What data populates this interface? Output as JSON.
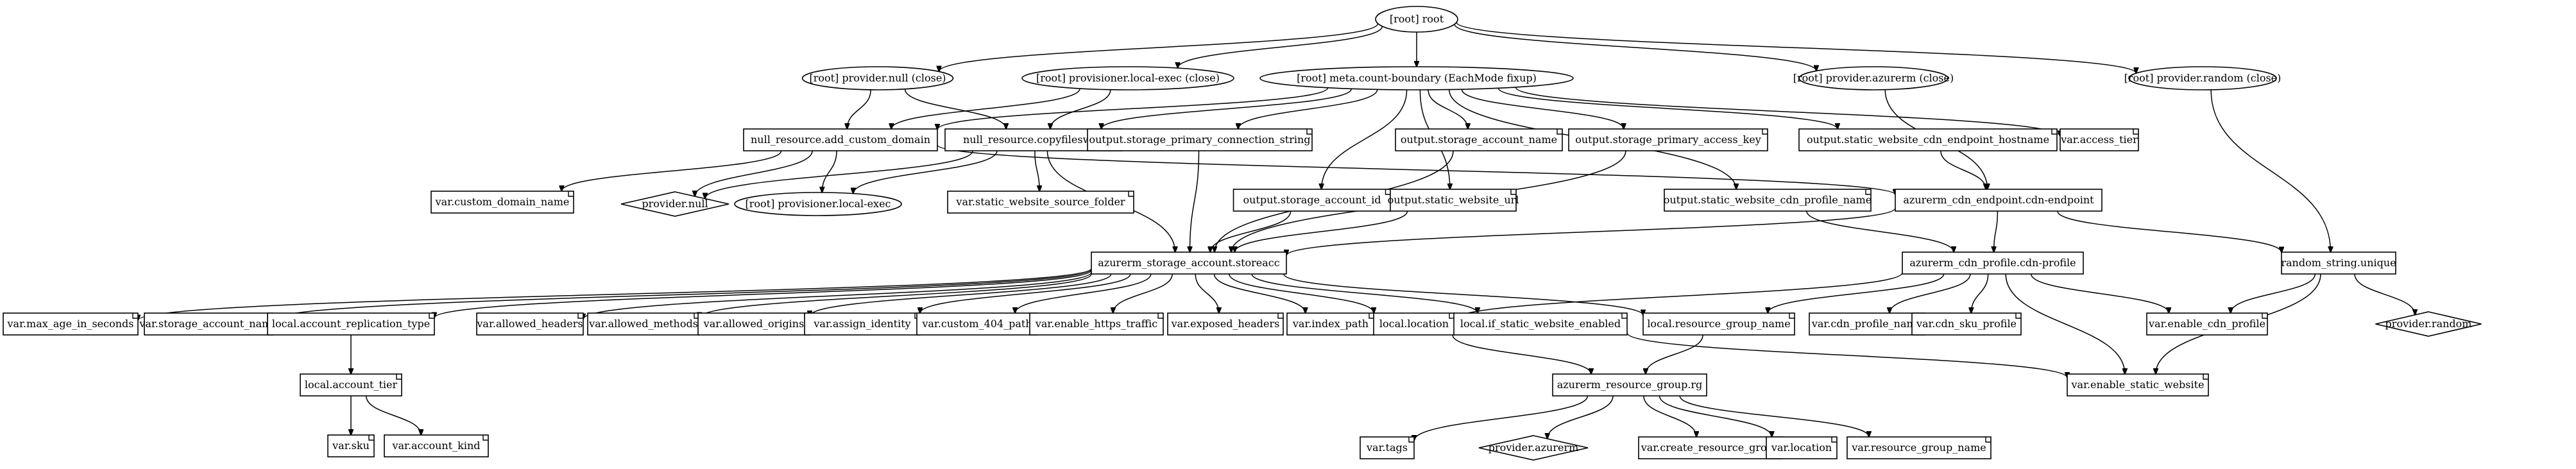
{
  "graph": {
    "nodes": [
      {
        "id": "root",
        "label": "[root] root",
        "shape": "ellipse"
      },
      {
        "id": "prov_null",
        "label": "[root] provider.null (close)",
        "shape": "ellipse"
      },
      {
        "id": "prov_localexec",
        "label": "[root] provisioner.local-exec (close)",
        "shape": "ellipse"
      },
      {
        "id": "meta",
        "label": "[root] meta.count-boundary (EachMode fixup)",
        "shape": "ellipse"
      },
      {
        "id": "prov_azurerm_close",
        "label": "[root] provider.azurerm (close)",
        "shape": "ellipse"
      },
      {
        "id": "prov_random_close",
        "label": "[root] provider.random (close)",
        "shape": "ellipse"
      },
      {
        "id": "nr_domain",
        "label": "null_resource.add_custom_domain",
        "shape": "box"
      },
      {
        "id": "nr_copy",
        "label": "null_resource.copyfilesweb",
        "shape": "box"
      },
      {
        "id": "out_conn",
        "label": "output.storage_primary_connection_string",
        "shape": "note"
      },
      {
        "id": "out_acc_name",
        "label": "output.storage_account_name",
        "shape": "note"
      },
      {
        "id": "out_access_key",
        "label": "output.storage_primary_access_key",
        "shape": "note"
      },
      {
        "id": "out_cdn_host",
        "label": "output.static_website_cdn_endpoint_hostname",
        "shape": "note"
      },
      {
        "id": "var_access_tier",
        "label": "var.access_tier",
        "shape": "note"
      },
      {
        "id": "var_custom_domain",
        "label": "var.custom_domain_name",
        "shape": "note"
      },
      {
        "id": "provider_null",
        "label": "provider.null",
        "shape": "diamond"
      },
      {
        "id": "prov_localexec_node",
        "label": "[root] provisioner.local-exec",
        "shape": "ellipse"
      },
      {
        "id": "var_src_folder",
        "label": "var.static_website_source_folder",
        "shape": "note"
      },
      {
        "id": "out_acc_id",
        "label": "output.storage_account_id",
        "shape": "note"
      },
      {
        "id": "out_web_url",
        "label": "output.static_website_url",
        "shape": "note"
      },
      {
        "id": "out_cdn_profile",
        "label": "output.static_website_cdn_profile_name",
        "shape": "note"
      },
      {
        "id": "cdn_endpoint",
        "label": "azurerm_cdn_endpoint.cdn-endpoint",
        "shape": "box"
      },
      {
        "id": "storage",
        "label": "azurerm_storage_account.storeacc",
        "shape": "box"
      },
      {
        "id": "cdn_profile",
        "label": "azurerm_cdn_profile.cdn-profile",
        "shape": "box"
      },
      {
        "id": "random",
        "label": "random_string.unique",
        "shape": "box"
      },
      {
        "id": "var_max_age",
        "label": "var.max_age_in_seconds",
        "shape": "note"
      },
      {
        "id": "var_sa_name",
        "label": "var.storage_account_name",
        "shape": "note"
      },
      {
        "id": "loc_repl",
        "label": "local.account_replication_type",
        "shape": "note"
      },
      {
        "id": "var_allowed_headers",
        "label": "var.allowed_headers",
        "shape": "note"
      },
      {
        "id": "var_allowed_methods",
        "label": "var.allowed_methods",
        "shape": "note"
      },
      {
        "id": "var_allowed_origins",
        "label": "var.allowed_origins",
        "shape": "note"
      },
      {
        "id": "var_assign_identity",
        "label": "var.assign_identity",
        "shape": "note"
      },
      {
        "id": "var_custom_404",
        "label": "var.custom_404_path",
        "shape": "note"
      },
      {
        "id": "var_https",
        "label": "var.enable_https_traffic",
        "shape": "note"
      },
      {
        "id": "var_exposed",
        "label": "var.exposed_headers",
        "shape": "note"
      },
      {
        "id": "var_index",
        "label": "var.index_path",
        "shape": "note"
      },
      {
        "id": "loc_location",
        "label": "local.location",
        "shape": "note"
      },
      {
        "id": "loc_if_static",
        "label": "local.if_static_website_enabled",
        "shape": "note"
      },
      {
        "id": "loc_rg_name",
        "label": "local.resource_group_name",
        "shape": "note"
      },
      {
        "id": "var_cdn_profile_name",
        "label": "var.cdn_profile_name",
        "shape": "note"
      },
      {
        "id": "var_cdn_sku",
        "label": "var.cdn_sku_profile",
        "shape": "note"
      },
      {
        "id": "var_enable_cdn",
        "label": "var.enable_cdn_profile",
        "shape": "note"
      },
      {
        "id": "provider_random",
        "label": "provider.random",
        "shape": "diamond"
      },
      {
        "id": "loc_tier",
        "label": "local.account_tier",
        "shape": "note"
      },
      {
        "id": "rg",
        "label": "azurerm_resource_group.rg",
        "shape": "box"
      },
      {
        "id": "var_static",
        "label": "var.enable_static_website",
        "shape": "note"
      },
      {
        "id": "var_sku",
        "label": "var.sku",
        "shape": "note"
      },
      {
        "id": "var_kind",
        "label": "var.account_kind",
        "shape": "note"
      },
      {
        "id": "var_tags",
        "label": "var.tags",
        "shape": "note"
      },
      {
        "id": "provider_azurerm",
        "label": "provider.azurerm",
        "shape": "diamond"
      },
      {
        "id": "var_create_rg",
        "label": "var.create_resource_group",
        "shape": "note"
      },
      {
        "id": "var_location",
        "label": "var.location",
        "shape": "note"
      },
      {
        "id": "var_rg_name",
        "label": "var.resource_group_name",
        "shape": "note"
      }
    ],
    "edges": [
      [
        "root",
        "prov_null"
      ],
      [
        "root",
        "prov_localexec"
      ],
      [
        "root",
        "meta"
      ],
      [
        "root",
        "prov_azurerm_close"
      ],
      [
        "root",
        "prov_random_close"
      ],
      [
        "prov_null",
        "nr_domain"
      ],
      [
        "prov_null",
        "nr_copy"
      ],
      [
        "prov_localexec",
        "nr_domain"
      ],
      [
        "prov_localexec",
        "nr_copy"
      ],
      [
        "meta",
        "nr_domain"
      ],
      [
        "meta",
        "nr_copy"
      ],
      [
        "meta",
        "out_conn"
      ],
      [
        "meta",
        "out_acc_name"
      ],
      [
        "meta",
        "out_access_key"
      ],
      [
        "meta",
        "out_cdn_host"
      ],
      [
        "meta",
        "var_access_tier"
      ],
      [
        "meta",
        "out_acc_id"
      ],
      [
        "meta",
        "out_web_url"
      ],
      [
        "meta",
        "out_cdn_profile"
      ],
      [
        "prov_azurerm_close",
        "cdn_endpoint"
      ],
      [
        "prov_random_close",
        "random"
      ],
      [
        "nr_domain",
        "var_custom_domain"
      ],
      [
        "nr_domain",
        "provider_null"
      ],
      [
        "nr_domain",
        "prov_localexec_node"
      ],
      [
        "nr_domain",
        "cdn_endpoint"
      ],
      [
        "nr_copy",
        "provider_null"
      ],
      [
        "nr_copy",
        "prov_localexec_node"
      ],
      [
        "nr_copy",
        "var_src_folder"
      ],
      [
        "nr_copy",
        "storage"
      ],
      [
        "out_conn",
        "storage"
      ],
      [
        "out_acc_name",
        "storage"
      ],
      [
        "out_access_key",
        "storage"
      ],
      [
        "out_acc_id",
        "storage"
      ],
      [
        "out_web_url",
        "storage"
      ],
      [
        "out_cdn_host",
        "cdn_endpoint"
      ],
      [
        "out_cdn_profile",
        "cdn_profile"
      ],
      [
        "cdn_endpoint",
        "storage"
      ],
      [
        "cdn_endpoint",
        "cdn_profile"
      ],
      [
        "cdn_endpoint",
        "random"
      ],
      [
        "storage",
        "var_max_age"
      ],
      [
        "storage",
        "var_sa_name"
      ],
      [
        "storage",
        "loc_repl"
      ],
      [
        "storage",
        "var_allowed_headers"
      ],
      [
        "storage",
        "var_allowed_methods"
      ],
      [
        "storage",
        "var_allowed_origins"
      ],
      [
        "storage",
        "var_assign_identity"
      ],
      [
        "storage",
        "var_custom_404"
      ],
      [
        "storage",
        "var_https"
      ],
      [
        "storage",
        "var_exposed"
      ],
      [
        "storage",
        "var_index"
      ],
      [
        "storage",
        "loc_location"
      ],
      [
        "storage",
        "loc_if_static"
      ],
      [
        "storage",
        "loc_rg_name"
      ],
      [
        "cdn_profile",
        "loc_location"
      ],
      [
        "cdn_profile",
        "loc_rg_name"
      ],
      [
        "cdn_profile",
        "var_cdn_profile_name"
      ],
      [
        "cdn_profile",
        "var_cdn_sku"
      ],
      [
        "cdn_profile",
        "var_enable_cdn"
      ],
      [
        "cdn_profile",
        "var_static"
      ],
      [
        "random",
        "var_enable_cdn"
      ],
      [
        "random",
        "provider_random"
      ],
      [
        "random",
        "var_static"
      ],
      [
        "loc_repl",
        "loc_tier"
      ],
      [
        "loc_tier",
        "var_sku"
      ],
      [
        "loc_tier",
        "var_kind"
      ],
      [
        "loc_location",
        "rg"
      ],
      [
        "loc_if_static",
        "var_static"
      ],
      [
        "loc_rg_name",
        "rg"
      ],
      [
        "rg",
        "var_tags"
      ],
      [
        "rg",
        "provider_azurerm"
      ],
      [
        "rg",
        "var_create_rg"
      ],
      [
        "rg",
        "var_location"
      ],
      [
        "rg",
        "var_rg_name"
      ]
    ]
  }
}
